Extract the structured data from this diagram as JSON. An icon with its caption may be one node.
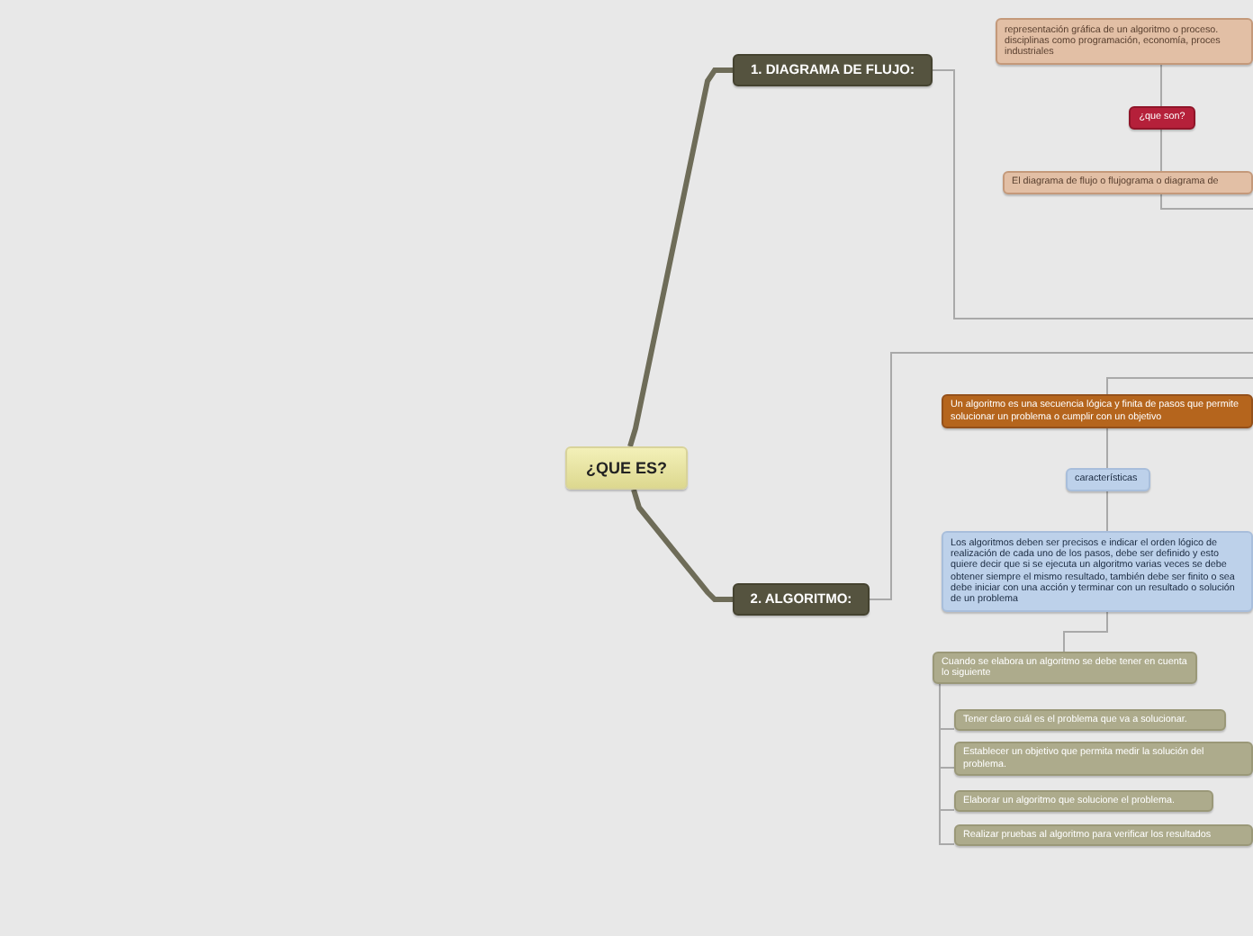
{
  "diagram": {
    "nodes": [
      {
        "text": [
          "¿QUE ES?"
        ]
      },
      {
        "text": [
          "1. DIAGRAMA DE FLUJO:"
        ]
      },
      {
        "text": [
          "representación gráfica de un algoritmo o proceso. disciplinas como programación, economía, proces industriales"
        ]
      },
      {
        "text": [
          "¿que son?"
        ]
      },
      {
        "text": [
          "El diagrama de flujo o flujograma o diagrama de"
        ]
      },
      {
        "text": [
          "2. ALGORITMO:"
        ]
      },
      {
        "text": [
          "Un algoritmo es una secuencia lógica y finita de pasos que permite solucionar un problema o cumplir con un objetivo"
        ]
      },
      {
        "text": [
          "características"
        ]
      },
      {
        "text": [
          "Los algoritmos deben ser precisos e indicar el orden lógico de realización de cada uno de los pasos, debe ser definido y esto quiere decir que si se ejecuta un algoritmo varias veces se debe obtener siempre el mismo resultado, también debe ser finito o sea debe iniciar con una acción y terminar con un resultado o solución de un problema"
        ]
      },
      {
        "text": [
          "Cuando se elabora un algoritmo se debe tener en cuenta lo siguiente"
        ]
      },
      {
        "text": [
          "Tener claro cuál es el problema que va a solucionar."
        ]
      },
      {
        "text": [
          "Establecer un objetivo que permita medir la solución del problema."
        ]
      },
      {
        "text": [
          "Elaborar un algoritmo que solucione el problema."
        ]
      },
      {
        "text": [
          "Realizar pruebas al algoritmo para verificar los resultados"
        ]
      }
    ],
    "edges": [
      {
        "from": 0,
        "to": 1,
        "arrow": "none",
        "style": "thick"
      },
      {
        "from": 0,
        "to": 5,
        "arrow": "none",
        "style": "thick"
      },
      {
        "from": 1,
        "to": null,
        "arrow": "none"
      },
      {
        "from": 2,
        "to": 3,
        "arrow": "none"
      },
      {
        "from": 3,
        "to": 4,
        "arrow": "none"
      },
      {
        "from": 4,
        "to": null,
        "arrow": "none"
      },
      {
        "from": 5,
        "to": null,
        "arrow": "none"
      },
      {
        "from": null,
        "to": 6,
        "arrow": "none"
      },
      {
        "from": 6,
        "to": 7,
        "arrow": "none"
      },
      {
        "from": 7,
        "to": 8,
        "arrow": "none"
      },
      {
        "from": 8,
        "to": 9,
        "arrow": "none"
      },
      {
        "from": 9,
        "to": 10,
        "arrow": "none"
      },
      {
        "from": 9,
        "to": 11,
        "arrow": "none"
      },
      {
        "from": 9,
        "to": 12,
        "arrow": "none"
      },
      {
        "from": 9,
        "to": 13,
        "arrow": "none"
      }
    ]
  }
}
